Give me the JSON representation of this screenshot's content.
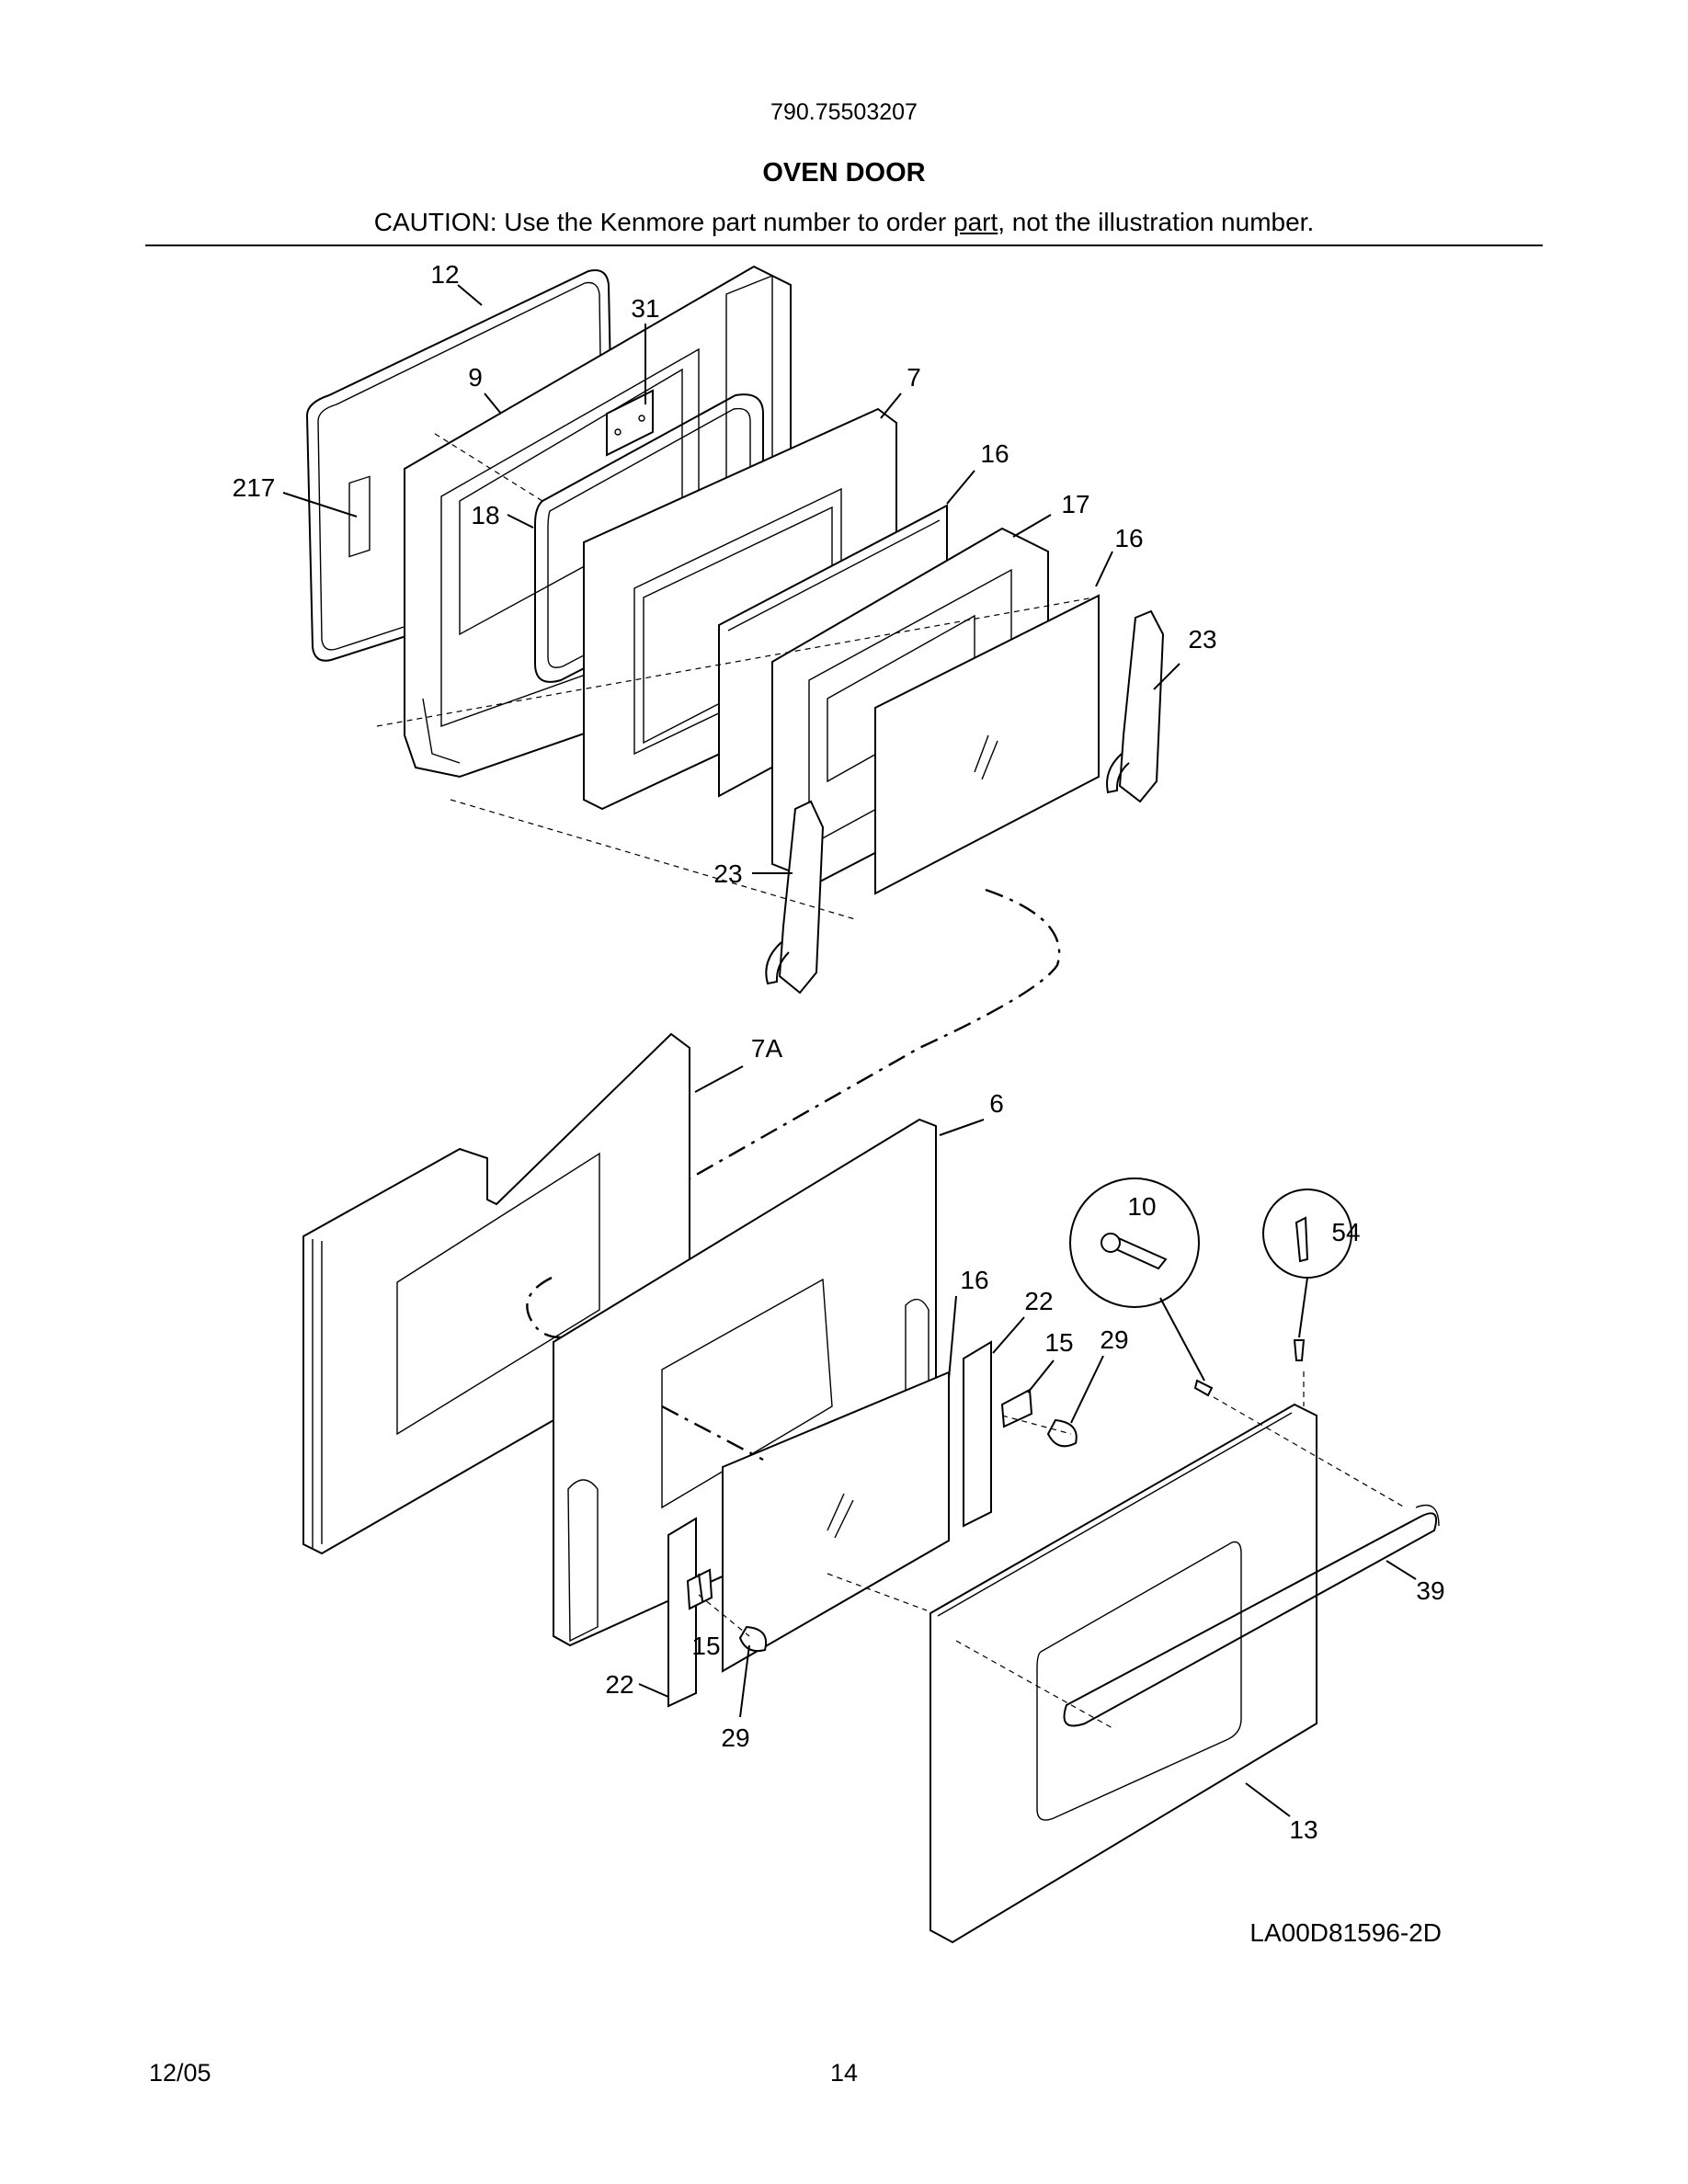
{
  "header": {
    "model": "790.75503207",
    "title": "OVEN DOOR",
    "caution_before": "CAUTION: Use the Kenmore part number to order ",
    "caution_link": "part",
    "caution_after": ", not the illustration number."
  },
  "callouts": [
    "12",
    "31",
    "9",
    "7",
    "217",
    "18",
    "16",
    "17",
    "16",
    "23",
    "23",
    "7A",
    "6",
    "10",
    "54",
    "16",
    "22",
    "15",
    "29",
    "15",
    "22",
    "29",
    "39",
    "13"
  ],
  "drawing_code": "LA00D81596-2D",
  "footer": {
    "date": "12/05",
    "page": "14"
  }
}
